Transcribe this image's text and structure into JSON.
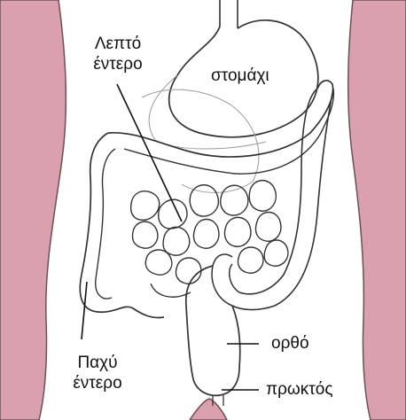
{
  "labels": {
    "small_intestine": [
      "Λεπτό",
      "έντερο"
    ],
    "stomach": "στομάχι",
    "large_intestine": [
      "Παχύ",
      "έντερο"
    ],
    "rectum": "ορθό",
    "anus": "πρωκτός"
  },
  "colors": {
    "skin": "#dba0ae",
    "outline": "#333333",
    "faint_outline": "#9a9a9a",
    "background": "#ffffff"
  }
}
